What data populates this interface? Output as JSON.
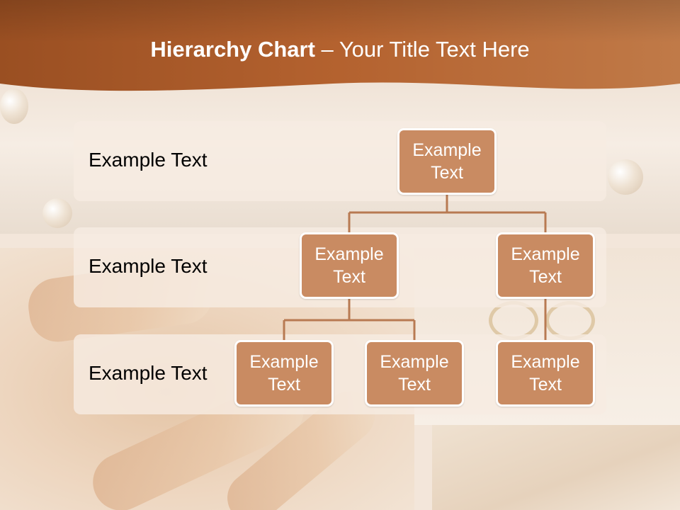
{
  "header": {
    "title_bold": "Hierarchy Chart",
    "title_rest": " – Your Title Text Here"
  },
  "levels": [
    {
      "label": "Example Text"
    },
    {
      "label": "Example Text"
    },
    {
      "label": "Example Text"
    }
  ],
  "nodes": {
    "root": "Example Text",
    "level2_left": "Example Text",
    "level2_right": "Example Text",
    "level3_a": "Example Text",
    "level3_b": "Example Text",
    "level3_c": "Example Text"
  },
  "colors": {
    "header": "#a85a2a",
    "node_fill": "#c98b62",
    "node_border": "#ffffff",
    "connector": "#b87a52"
  }
}
